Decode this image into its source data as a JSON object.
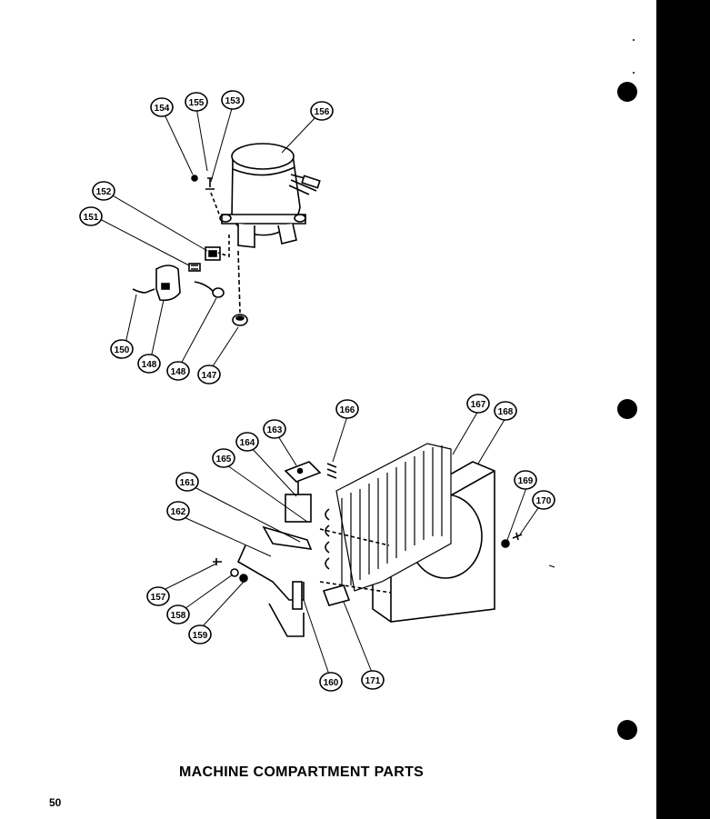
{
  "caption": "MACHINE COMPARTMENT PARTS",
  "page_number": "50",
  "callouts": [
    {
      "id": "c147",
      "label": "147"
    },
    {
      "id": "c148a",
      "label": "148"
    },
    {
      "id": "c148b",
      "label": "148"
    },
    {
      "id": "c150",
      "label": "150"
    },
    {
      "id": "c151",
      "label": "151"
    },
    {
      "id": "c152",
      "label": "152"
    },
    {
      "id": "c153",
      "label": "153"
    },
    {
      "id": "c154",
      "label": "154"
    },
    {
      "id": "c155",
      "label": "155"
    },
    {
      "id": "c156",
      "label": "156"
    },
    {
      "id": "c157",
      "label": "157"
    },
    {
      "id": "c158",
      "label": "158"
    },
    {
      "id": "c159",
      "label": "159"
    },
    {
      "id": "c160",
      "label": "160"
    },
    {
      "id": "c161",
      "label": "161"
    },
    {
      "id": "c162",
      "label": "162"
    },
    {
      "id": "c163",
      "label": "163"
    },
    {
      "id": "c164",
      "label": "164"
    },
    {
      "id": "c165",
      "label": "165"
    },
    {
      "id": "c166",
      "label": "166"
    },
    {
      "id": "c167",
      "label": "167"
    },
    {
      "id": "c168",
      "label": "168"
    },
    {
      "id": "c169",
      "label": "169"
    },
    {
      "id": "c170",
      "label": "170"
    },
    {
      "id": "c171",
      "label": "171"
    }
  ]
}
